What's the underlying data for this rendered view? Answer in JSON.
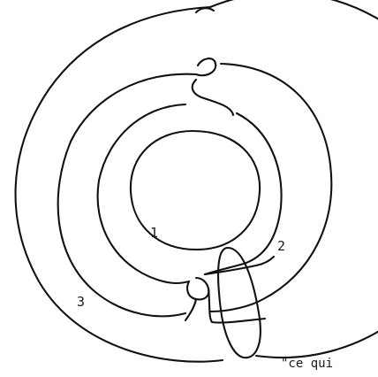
{
  "diagram": {
    "labels": {
      "one": "1",
      "two": "2",
      "three": "3"
    },
    "caption": "\"ce qui"
  },
  "colors": {
    "ink": "#111111",
    "background": "#ffffff"
  }
}
